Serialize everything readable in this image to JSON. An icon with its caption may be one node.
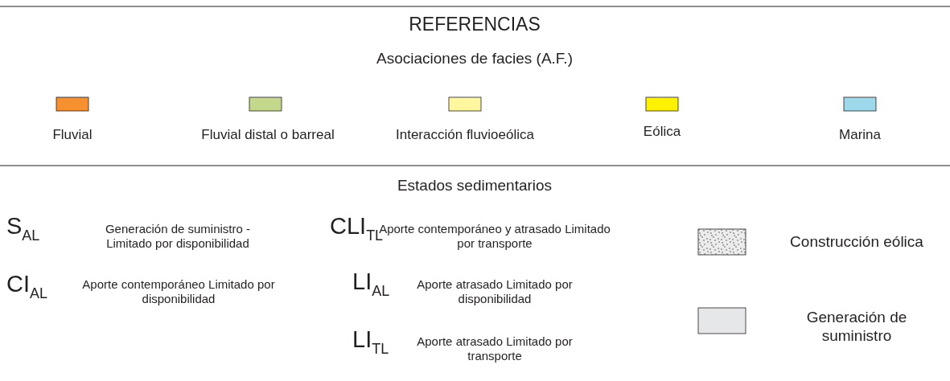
{
  "diagram": {
    "title": "REFERENCIAS",
    "labels": [
      "Asociaciones de facies (A.F.)",
      "Estados sedimentarios",
      "S$_{AL}$",
      "Generación de suministro - Limitado por disponibilidad",
      "CLI$_{TL}$",
      "Aporte contemporáneo y atrasado Limitado por transporte",
      "CI$_{AL}$",
      "Aporte contemporáneo Limitado por disponibilidad",
      "LI$_{AL}$",
      "Aporte atrasado Limitado por disponibilidad",
      "LI$_{TL}$",
      "Aporte atrasado Limitado por transporte"
    ],
    "legend": [
      {
        "text": "Fluvial",
        "color": "#f7902f"
      },
      {
        "text": "Fluvial distal o barreal",
        "color": "#c3d88a"
      },
      {
        "text": "Interacción fluvioeólica",
        "color": "#fff6a0"
      },
      {
        "text": "Eólica",
        "color": "#fff200"
      },
      {
        "text": "Marina",
        "color": "#9dd9ea"
      },
      {
        "text": "Construcción eólica"
      },
      {
        "text": "Generación de suministro",
        "color": "#e6e7e8"
      }
    ]
  }
}
